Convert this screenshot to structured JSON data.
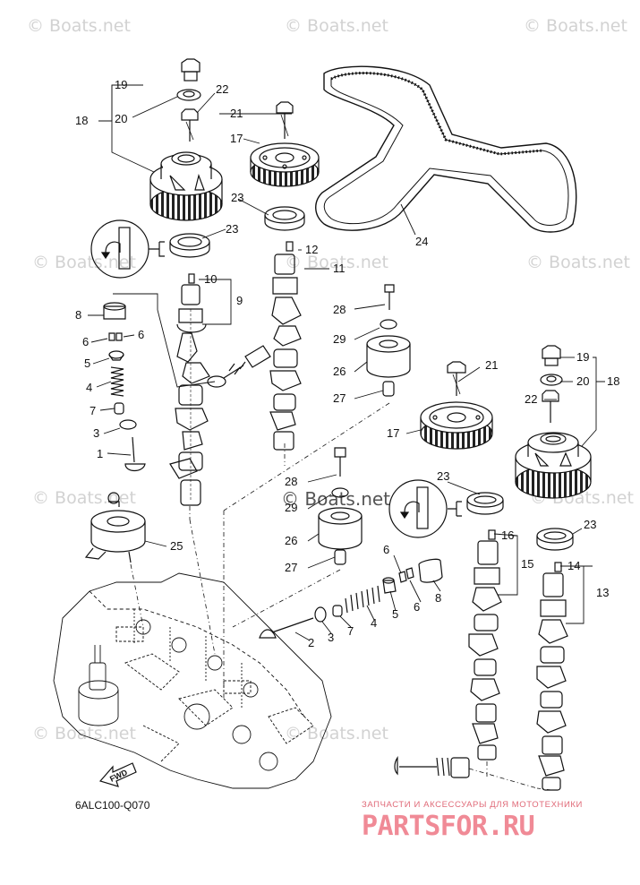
{
  "watermarks": {
    "boats": "© Boats.net"
  },
  "diagram": {
    "code": "6ALC100-Q070",
    "fwd_label": "FWD",
    "brand_tagline": "ЗАПЧАСТИ И АКСЕССУАРЫ ДЛЯ МОТОТЕХНИКИ",
    "brand_name": "PARTSFOR.RU",
    "callouts": [
      "19",
      "20",
      "18",
      "22",
      "21",
      "17",
      "23",
      "23",
      "12",
      "11",
      "10",
      "9",
      "8",
      "6",
      "6",
      "5",
      "4",
      "7",
      "3",
      "1",
      "25",
      "28",
      "29",
      "26",
      "27",
      "24",
      "28",
      "29",
      "26",
      "27",
      "21",
      "17",
      "19",
      "20",
      "18",
      "22",
      "23",
      "23",
      "16",
      "15",
      "14",
      "13",
      "6",
      "8",
      "5",
      "6",
      "4",
      "7",
      "3",
      "2"
    ]
  },
  "colors": {
    "line": "#111111",
    "watermark": "#d2d2d2",
    "brand": "#f08a96"
  }
}
